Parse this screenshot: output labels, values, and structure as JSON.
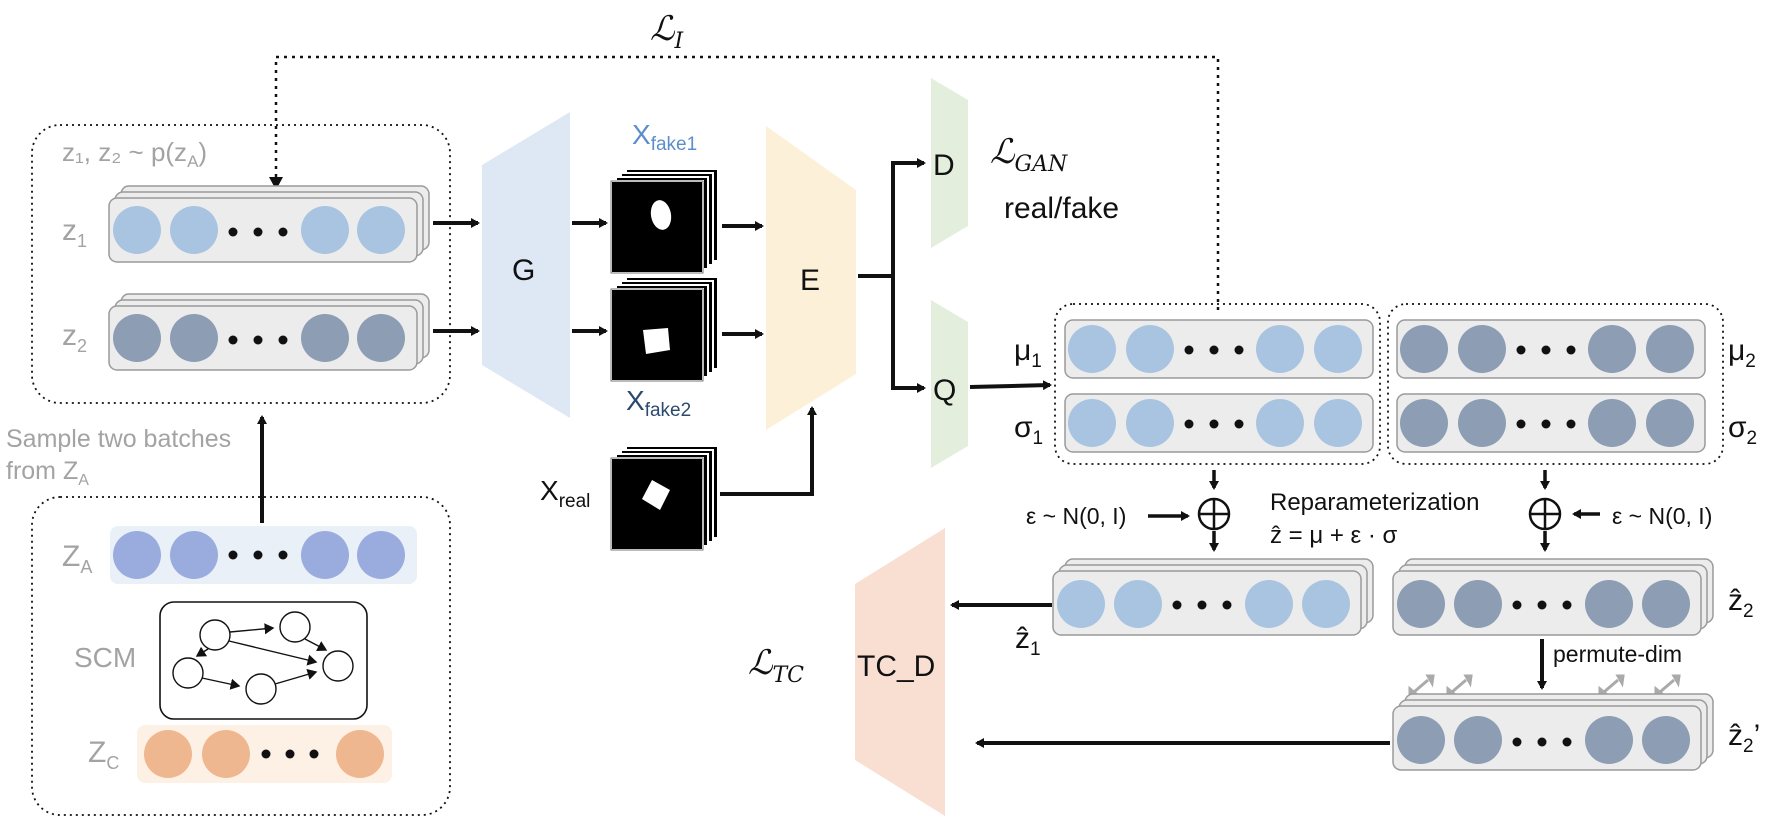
{
  "colors": {
    "light_blue": "#a9c4e0",
    "dark_blue_grey": "#8c9db4",
    "z_a_purple": "#9aacde",
    "z_c_orange": "#efb78f",
    "generator_fill": "#dde8f4",
    "encoder_fill": "#fdf0d9",
    "disc_fill": "#e3efdc",
    "tc_fill": "#f9dfd2",
    "text_grey": "#a3a3a3",
    "x_fake1_color": "#5b8ecb",
    "x_fake2_color": "#2c4a6e"
  },
  "labels": {
    "loss_i_main": "ℒ",
    "loss_i_sub": "I",
    "sample_header": "z₁, z₂ ~ p(z",
    "sample_header_sub": "A",
    "sample_header_end": ")",
    "z1": "z",
    "z1_sub": "1",
    "z2": "z",
    "z2_sub": "2",
    "sample_text_line1": "Sample two batches",
    "sample_text_line2": "from Z",
    "sample_text_line2_sub": "A",
    "za": "Z",
    "za_sub": "A",
    "scm": "SCM",
    "zc": "Z",
    "zc_sub": "C",
    "generator": "G",
    "x_fake1": "X",
    "x_fake1_sub": "fake1",
    "x_fake2": "X",
    "x_fake2_sub": "fake2",
    "x_real": "X",
    "x_real_sub": "real",
    "encoder": "E",
    "discriminator": "D",
    "q_head": "Q",
    "loss_gan_main": "ℒ",
    "loss_gan_sub": "GAN",
    "real_fake": "real/fake",
    "mu1": "μ",
    "mu1_sub": "1",
    "sigma1": "σ",
    "sigma1_sub": "1",
    "mu2": "μ",
    "mu2_sub": "2",
    "sigma2": "σ",
    "sigma2_sub": "2",
    "eps_left": "ε ~ N(0, I)",
    "eps_right": "ε ~ N(0, I)",
    "reparam_title": "Reparameterization",
    "reparam_formula": "ẑ = μ + ε · σ",
    "z1_hat": "ẑ",
    "z1_hat_sub": "1",
    "z2_hat": "ẑ",
    "z2_hat_sub": "2",
    "z2_hat_perm": "ẑ",
    "z2_hat_perm_sub": "2",
    "z2_hat_perm_prime": "’",
    "permute": "permute-dim",
    "loss_tc_main": "ℒ",
    "loss_tc_sub": "TC",
    "tc_d": "TC_D",
    "dots": "• • •"
  }
}
